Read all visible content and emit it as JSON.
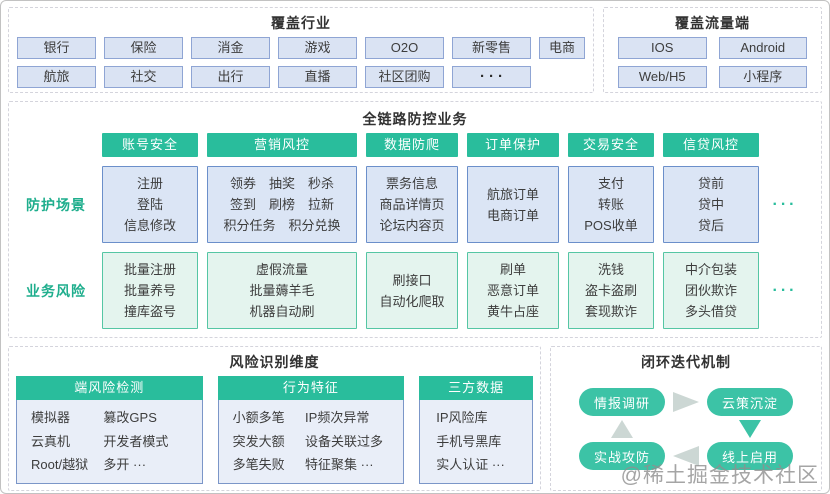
{
  "colors": {
    "accent_green": "#29bd9c",
    "pill_green": "#3cc3a6",
    "blue_box_bg": "#dbe5f5",
    "blue_box_border": "#6b8fca",
    "green_box_bg": "#e4f4ee",
    "green_box_border": "#55c6a4",
    "arrow_gray": "#ccd7d4"
  },
  "industries": {
    "title": "覆盖行业",
    "items": [
      "银行",
      "保险",
      "消金",
      "游戏",
      "O2O",
      "新零售",
      "电商",
      "航旅",
      "社交",
      "出行",
      "直播",
      "社区团购"
    ],
    "more": "···"
  },
  "channels": {
    "title": "覆盖流量端",
    "items": [
      "IOS",
      "Android",
      "Web/H5",
      "小程序"
    ]
  },
  "fullchain": {
    "title": "全链路防控业务",
    "columns": [
      "账号安全",
      "营销风控",
      "数据防爬",
      "订单保护",
      "交易安全",
      "信贷风控"
    ],
    "scene_row": {
      "label": "防护场景",
      "cells": [
        [
          "注册",
          "登陆",
          "信息修改"
        ],
        [
          "领券　抽奖　秒杀",
          "签到　刷榜　拉新",
          "积分任务　积分兑换"
        ],
        [
          "票务信息",
          "商品详情页",
          "论坛内容页"
        ],
        [
          "航旅订单",
          "电商订单"
        ],
        [
          "支付",
          "转账",
          "POS收单"
        ],
        [
          "贷前",
          "贷中",
          "贷后"
        ]
      ],
      "more": "···"
    },
    "risk_row": {
      "label": "业务风险",
      "cells": [
        [
          "批量注册",
          "批量养号",
          "撞库盗号"
        ],
        [
          "虚假流量",
          "批量薅羊毛",
          "机器自动刷"
        ],
        [
          "刷接口",
          "自动化爬取"
        ],
        [
          "刷单",
          "恶意订单",
          "黄牛占座"
        ],
        [
          "洗钱",
          "盗卡盗刷",
          "套现欺诈"
        ],
        [
          "中介包装",
          "团伙欺诈",
          "多头借贷"
        ]
      ],
      "more": "···"
    }
  },
  "dimensions": {
    "title": "风险识别维度",
    "boxes": [
      {
        "header": "端风险检测",
        "col1": [
          "模拟器",
          "云真机",
          "Root/越狱"
        ],
        "col2": [
          "篡改GPS",
          "开发者模式",
          "多开 ···"
        ]
      },
      {
        "header": "行为特征",
        "col1": [
          "小额多笔",
          "突发大额",
          "多笔失败"
        ],
        "col2": [
          "IP频次异常",
          "设备关联过多",
          "特征聚集 ···"
        ]
      },
      {
        "header": "三方数据",
        "col1": [
          "IP风险库",
          "手机号黑库",
          "实人认证 ···"
        ]
      }
    ]
  },
  "loop": {
    "title": "闭环迭代机制",
    "nodes": [
      "情报调研",
      "云策沉淀",
      "实战攻防",
      "线上启用"
    ]
  },
  "watermark": "@稀土掘金技术社区"
}
